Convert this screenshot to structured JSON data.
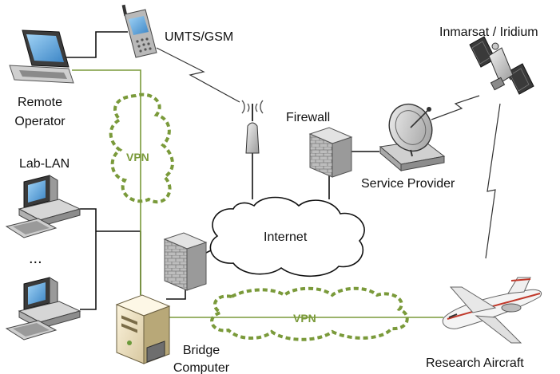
{
  "labels": {
    "remote_operator_line1": "Remote",
    "remote_operator_line2": "Operator",
    "umts_gsm": "UMTS/GSM",
    "inmarsat_iridium": "Inmarsat / Iridium",
    "firewall": "Firewall",
    "service_provider": "Service Provider",
    "lab_lan": "Lab-LAN",
    "ellipsis": "...",
    "internet": "Internet",
    "vpn_upper": "VPN",
    "vpn_lower": "VPN",
    "bridge_computer_line1": "Bridge",
    "bridge_computer_line2": "Computer",
    "research_aircraft": "Research Aircraft"
  },
  "colors": {
    "vpn_green": "#7a9a3a",
    "link_black": "#111111"
  }
}
